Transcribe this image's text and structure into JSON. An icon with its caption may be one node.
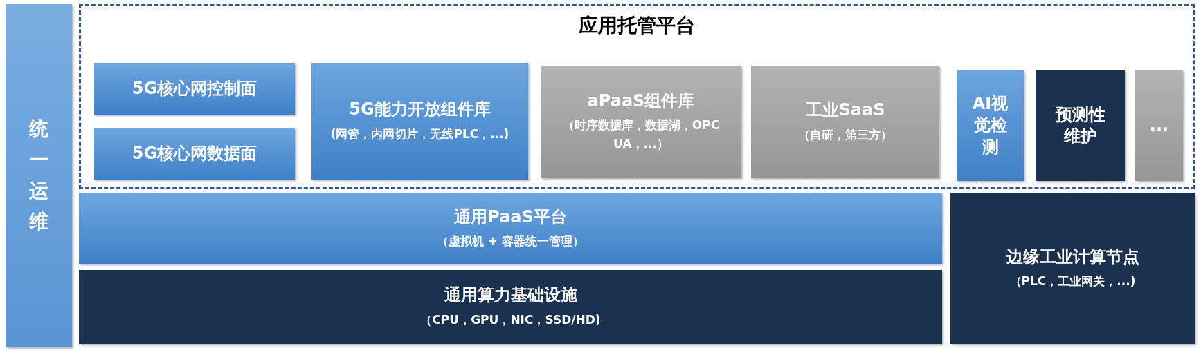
{
  "diagram": {
    "nodes": [
      {
        "text": [
          "统一运维"
        ]
      },
      {
        "text": [
          "应用托管平台"
        ]
      },
      {
        "text": [
          "5G核心网控制面"
        ],
        "in": 1
      },
      {
        "text": [
          "5G核心网数据面"
        ],
        "in": 1
      },
      {
        "text": [
          "5G能力开放组件库",
          "(网管，内网切片，无线PLC，...)"
        ],
        "in": 1
      },
      {
        "text": [
          "aPaaS组件库",
          "（时序数据库，数据湖，OPC UA，...）"
        ],
        "in": 1
      },
      {
        "text": [
          "工业SaaS",
          "（自研，第三方）"
        ],
        "in": 1
      },
      {
        "text": [
          "AI视觉检测"
        ],
        "in": 1
      },
      {
        "text": [
          "预测性维护"
        ],
        "in": 1
      },
      {
        "text": [
          "..."
        ],
        "in": 1
      },
      {
        "text": [
          "通用PaaS平台",
          "（虚拟机 + 容器统一管理）"
        ]
      },
      {
        "text": [
          "通用算力基础设施",
          "（CPU，GPU，NIC，SSD/HD)"
        ]
      },
      {
        "text": [
          "边缘工业计算节点",
          "（PLC，工业网关，...)"
        ]
      }
    ]
  }
}
